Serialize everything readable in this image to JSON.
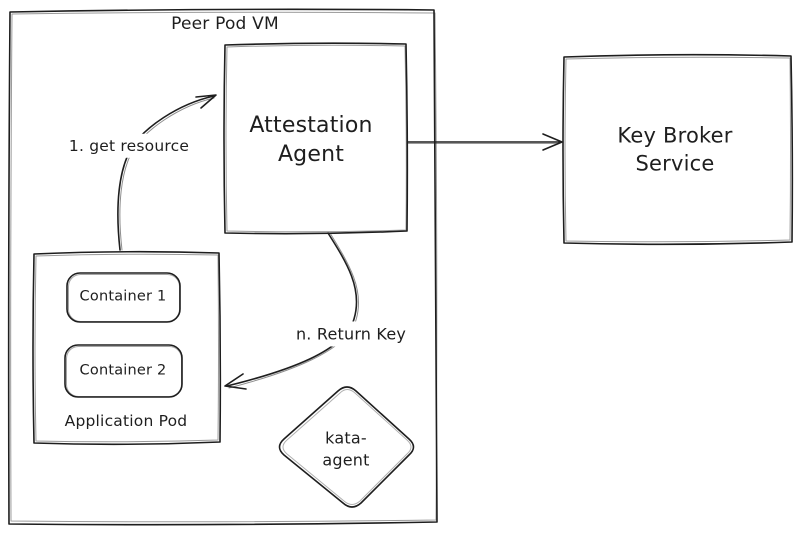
{
  "colors": {
    "stroke": "#1e1e1e",
    "background": "#ffffff"
  },
  "vm": {
    "title": "Peer Pod VM"
  },
  "nodes": {
    "attestation_agent": {
      "line1": "Attestation",
      "line2": "Agent"
    },
    "key_broker_service": {
      "line1": "Key Broker",
      "line2": "Service"
    },
    "application_pod": {
      "label": "Application Pod"
    },
    "container_1": {
      "label": "Container 1"
    },
    "container_2": {
      "label": "Container 2"
    },
    "kata_agent": {
      "line1": "kata-",
      "line2": "agent"
    }
  },
  "edges": {
    "get_resource": {
      "label": "1. get resource"
    },
    "return_key": {
      "label": "n. Return Key"
    }
  }
}
